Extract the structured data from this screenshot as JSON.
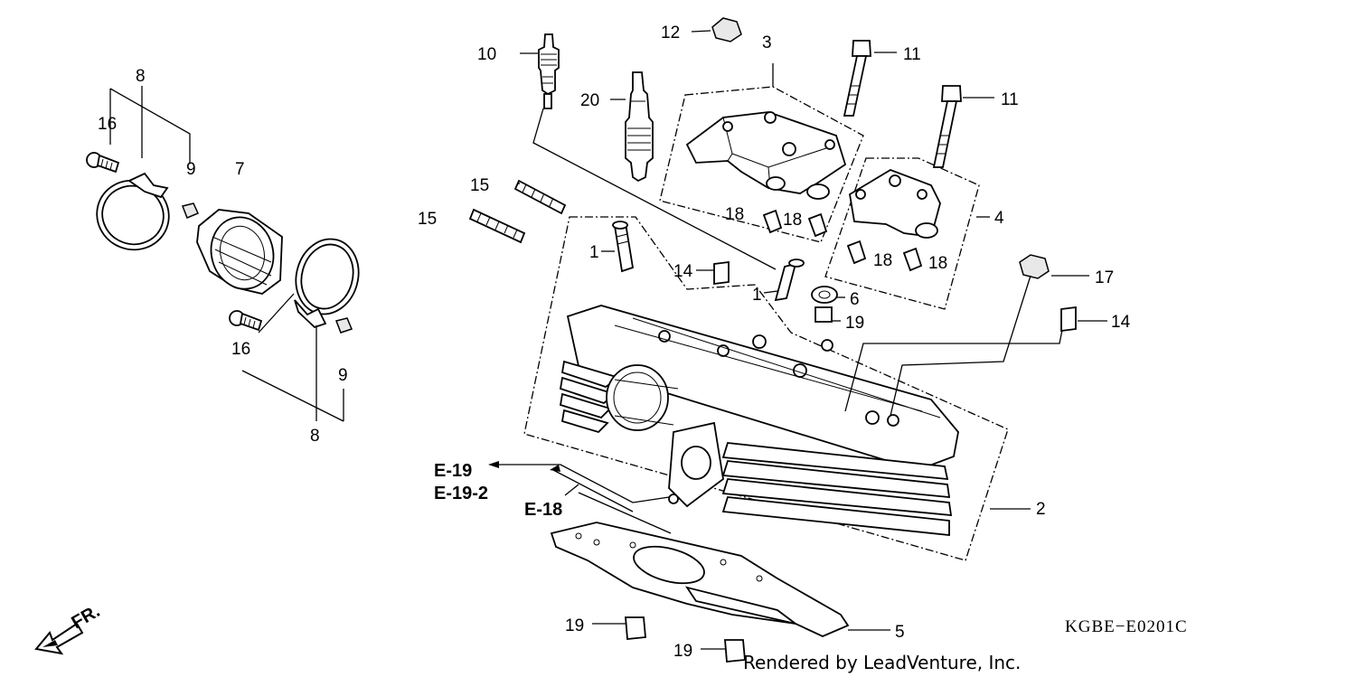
{
  "labels": {
    "p1a": "1",
    "p1b": "1",
    "p2": "2",
    "p3": "3",
    "p4": "4",
    "p5": "5",
    "p6": "6",
    "p7": "7",
    "p8a": "8",
    "p8b": "8",
    "p9a": "9",
    "p9b": "9",
    "p10": "10",
    "p11a": "11",
    "p11b": "11",
    "p12": "12",
    "p14a": "14",
    "p14b": "14",
    "p15a": "15",
    "p15b": "15",
    "p16a": "16",
    "p16b": "16",
    "p17": "17",
    "p18a": "18",
    "p18b": "18",
    "p18c": "18",
    "p18d": "18",
    "p19a": "19",
    "p19b": "19",
    "p19c": "19",
    "p20": "20"
  },
  "references": {
    "e19": "E-19",
    "e19_2": "E-19-2",
    "e18": "E-18"
  },
  "front_indicator": "FR.",
  "diagram_code": "KGBE−E0201C",
  "credit": "Rendered by LeadVenture, Inc."
}
